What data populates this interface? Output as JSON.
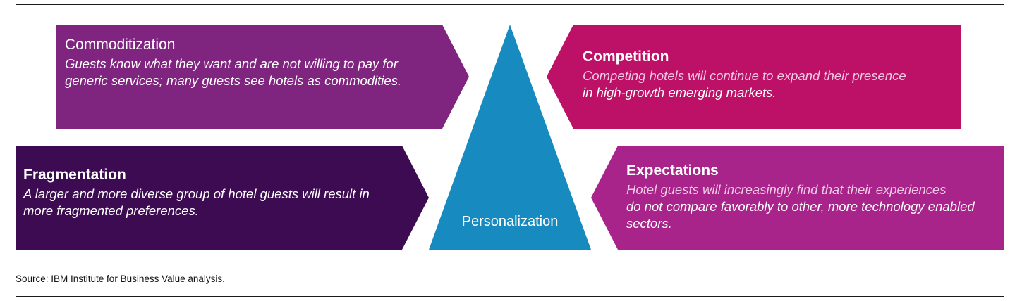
{
  "colors": {
    "commoditization": "#80257f",
    "fragmentation": "#3d0b52",
    "competition": "#bc1167",
    "expectations": "#a8248a",
    "personalization": "#178bbf"
  },
  "center": {
    "label": "Personalization"
  },
  "drivers": {
    "commoditization": {
      "title": "Commoditization",
      "body": "Guests know what they want and are not willing to pay for generic services; many guests see hotels as commodities."
    },
    "fragmentation": {
      "title": "Fragmentation",
      "body": "A larger and more diverse group of hotel guests will result in more fragmented preferences."
    },
    "competition": {
      "title": "Competition",
      "body_part1": "Competing hotels will continue to expand their presence",
      "body_part2": "in high-growth emerging markets."
    },
    "expectations": {
      "title": "Expectations",
      "body_part1": "Hotel guests will increasingly find that their experiences",
      "body_part2": "do not compare favorably to other, more technology enabled sectors."
    }
  },
  "source": "Source: IBM Institute for Business Value analysis."
}
